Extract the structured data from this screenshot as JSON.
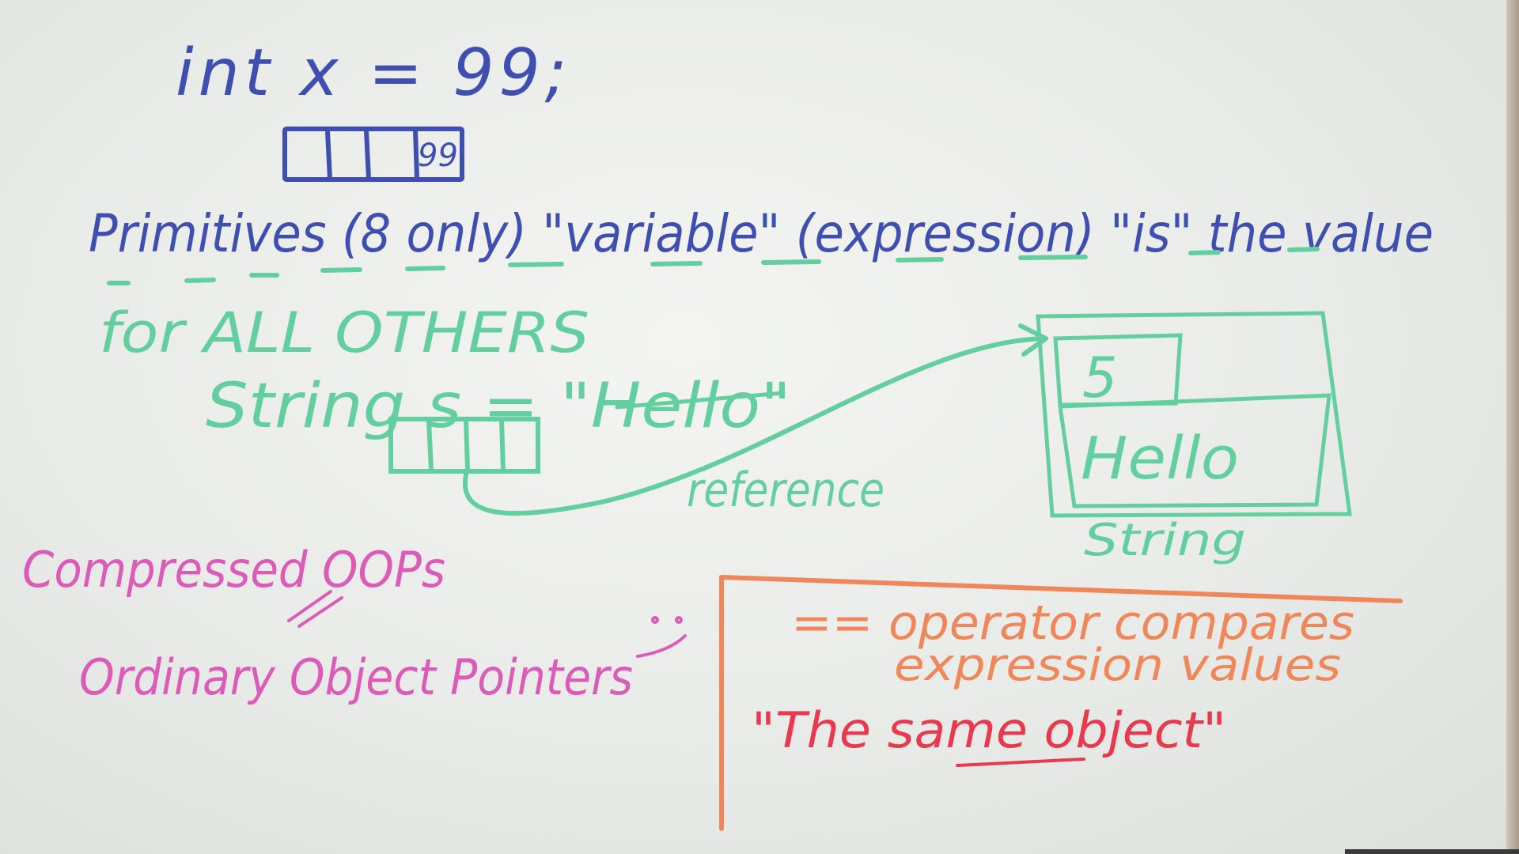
{
  "colors": {
    "blue": "#3f4fb0",
    "green": "#63cfa0",
    "pink": "#dc5bb8",
    "orange": "#f0875a",
    "red": "#e8394e"
  },
  "primitive": {
    "declaration": "int x = 99;",
    "box_value": "99",
    "heading": "Primitives (8 only) \"variable\" (expression) \"is\" the value"
  },
  "others": {
    "heading": "for ALL OTHERS",
    "declaration": "String s = \"Hello\"",
    "reference_label": "reference",
    "object_length": "5",
    "object_text": "Hello",
    "object_type": "String"
  },
  "oops": {
    "title": "Compressed OOPs",
    "expansion": "Ordinary Object Pointers"
  },
  "equality": {
    "line1": "== operator compares",
    "line2": "expression values",
    "line3": "\"The same object\""
  }
}
